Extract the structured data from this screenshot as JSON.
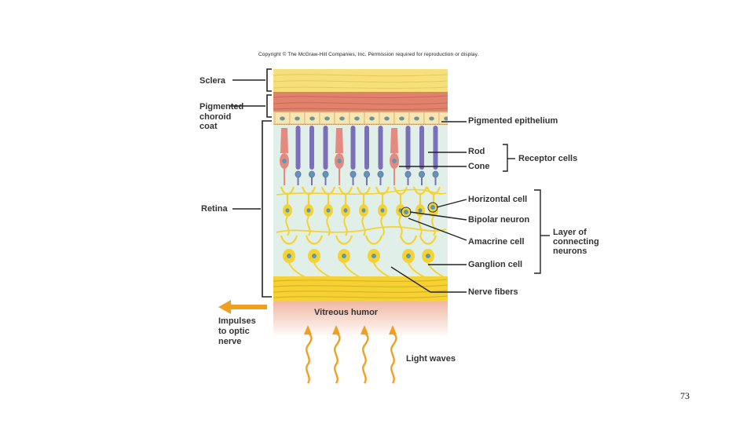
{
  "copyright": "Copyright © The McGraw-Hill Companies, Inc. Permission required for reproduction or display.",
  "labels": {
    "sclera": "Sclera",
    "choroid_line1": "Pigmented",
    "choroid_line2": "choroid",
    "choroid_line3": "coat",
    "retina": "Retina",
    "pigmented_epithelium": "Pigmented epithelium",
    "rod": "Rod",
    "cone": "Cone",
    "receptor_cells": "Receptor cells",
    "horizontal_cell": "Horizontal cell",
    "bipolar_neuron": "Bipolar neuron",
    "amacrine_cell": "Amacrine cell",
    "ganglion_cell": "Ganglion cell",
    "layer_line1": "Layer of",
    "layer_line2": "connecting",
    "layer_line3": "neurons",
    "nerve_fibers": "Nerve fibers",
    "vitreous_humor": "Vitreous humor",
    "impulses_line1": "Impulses",
    "impulses_line2": "to optic",
    "impulses_line3": "nerve",
    "light_waves": "Light waves"
  },
  "page_number": "73",
  "colors": {
    "sclera": "#f7e07a",
    "choroid": "#e0826c",
    "epithelium": "#f8e6b0",
    "retina_bg": "#e0f0e8",
    "rod": "#7a6fb8",
    "cone": "#e48a80",
    "neuron": "#f5d233",
    "nucleus": "#5a9ab0",
    "vitreous": "#f5c8b8",
    "arrow": "#f0a020"
  }
}
